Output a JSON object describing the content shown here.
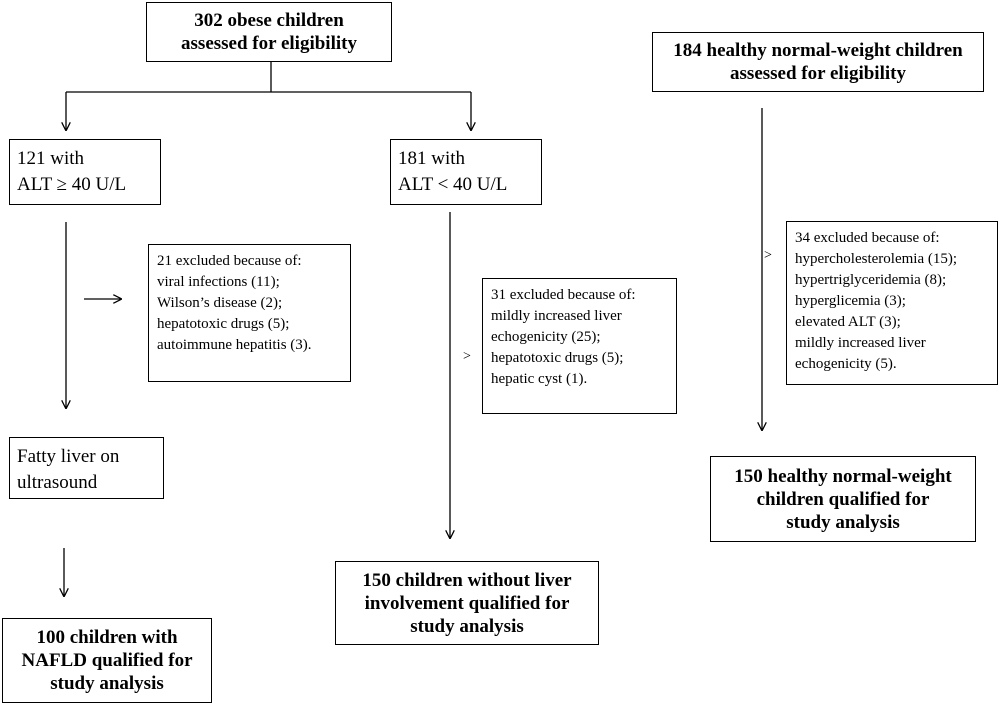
{
  "nodes": {
    "obese_assessed": [
      "302 obese children",
      "assessed for eligibility"
    ],
    "healthy_assessed": [
      "184 healthy normal-weight children",
      "assessed for eligibility"
    ],
    "alt_high": [
      "121 with",
      "ALT ≥ 40 U/L"
    ],
    "alt_low": [
      "181 with",
      "ALT  < 40 U/L"
    ],
    "excluded_21": [
      "21 excluded because of:",
      "viral infections (11);",
      "Wilson’s disease (2);",
      "hepatotoxic drugs (5);",
      "autoimmune hepatitis (3)."
    ],
    "excluded_31": [
      "31 excluded because of:",
      "mildly increased  liver",
      "echogenicity (25);",
      "hepatotoxic drugs (5);",
      "hepatic cyst (1)."
    ],
    "excluded_34": [
      "34 excluded  because of:",
      "hypercholesterolemia (15);",
      "hypertriglyceridemia (8);",
      "hyperglicemia (3);",
      "elevated ALT (3);",
      "mildly increased  liver",
      "echogenicity (5)."
    ],
    "fatty_liver": [
      "Fatty liver on",
      "ultrasound"
    ],
    "nafld": [
      "100 children with",
      "NAFLD qualified for",
      "study analysis"
    ],
    "no_liver": [
      "150 children without liver",
      "involvement qualified for",
      "study analysis"
    ],
    "healthy_qualified": [
      "150 healthy normal-weight",
      "children qualified for",
      "study analysis"
    ]
  },
  "glyphs": {
    "small_arrow": ">"
  }
}
